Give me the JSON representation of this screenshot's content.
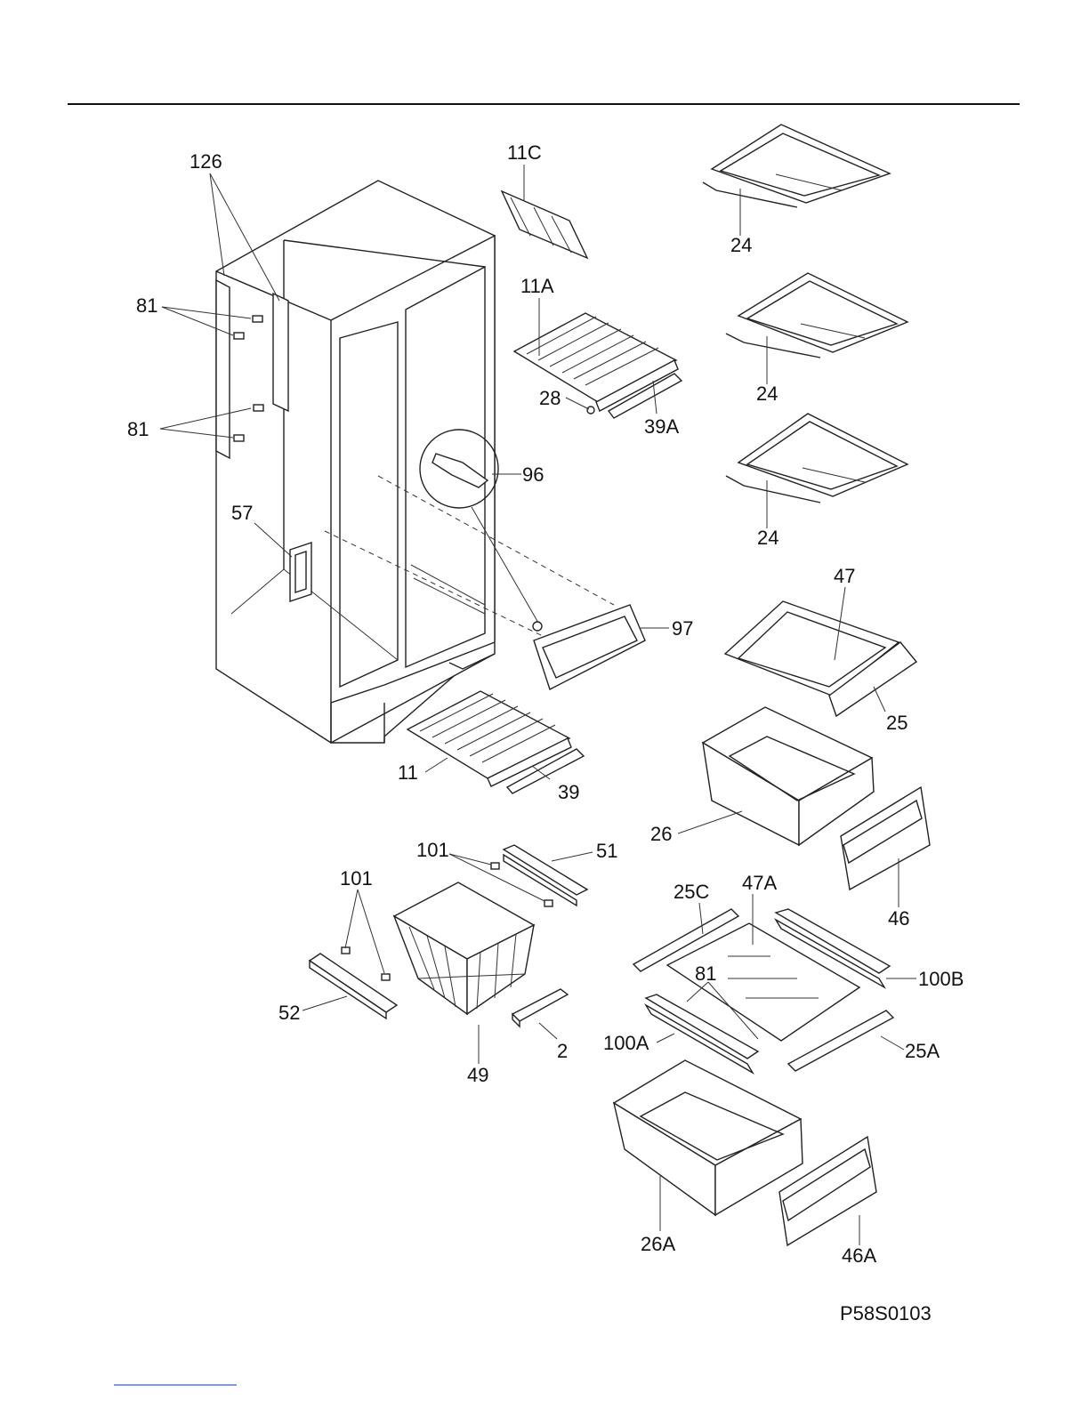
{
  "diagram_code": "P58S0103",
  "callouts": [
    {
      "id": "126",
      "label": "126"
    },
    {
      "id": "11C",
      "label": "11C"
    },
    {
      "id": "24a",
      "label": "24"
    },
    {
      "id": "81a",
      "label": "81"
    },
    {
      "id": "11A",
      "label": "11A"
    },
    {
      "id": "28",
      "label": "28"
    },
    {
      "id": "39A",
      "label": "39A"
    },
    {
      "id": "24b",
      "label": "24"
    },
    {
      "id": "81b",
      "label": "81"
    },
    {
      "id": "96",
      "label": "96"
    },
    {
      "id": "57",
      "label": "57"
    },
    {
      "id": "24c",
      "label": "24"
    },
    {
      "id": "47",
      "label": "47"
    },
    {
      "id": "97",
      "label": "97"
    },
    {
      "id": "25",
      "label": "25"
    },
    {
      "id": "11",
      "label": "11"
    },
    {
      "id": "39",
      "label": "39"
    },
    {
      "id": "26",
      "label": "26"
    },
    {
      "id": "101a",
      "label": "101"
    },
    {
      "id": "51",
      "label": "51"
    },
    {
      "id": "101b",
      "label": "101"
    },
    {
      "id": "25C",
      "label": "25C"
    },
    {
      "id": "47A",
      "label": "47A"
    },
    {
      "id": "46",
      "label": "46"
    },
    {
      "id": "81c",
      "label": "81"
    },
    {
      "id": "100B",
      "label": "100B"
    },
    {
      "id": "52",
      "label": "52"
    },
    {
      "id": "100A",
      "label": "100A"
    },
    {
      "id": "2",
      "label": "2"
    },
    {
      "id": "25A",
      "label": "25A"
    },
    {
      "id": "49",
      "label": "49"
    },
    {
      "id": "26A",
      "label": "26A"
    },
    {
      "id": "46A",
      "label": "46A"
    }
  ]
}
